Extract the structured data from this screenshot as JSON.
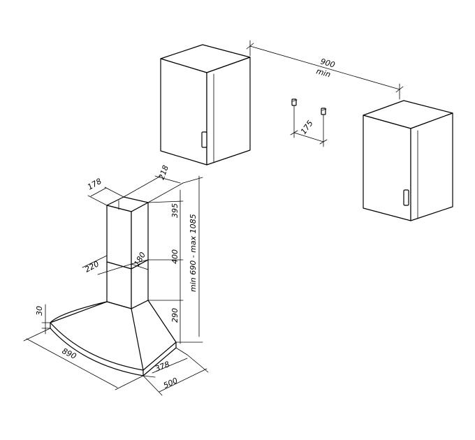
{
  "dimensions": {
    "cabinet_gap": "900",
    "cabinet_gap_note": "min",
    "bracket_spacing": "175",
    "chimney_top_depth": "178",
    "chimney_top_width": "218",
    "chimney_upper_height": "395",
    "chimney_lower_height": "400",
    "canopy_height": "290",
    "total_height_range": "min 690 - max 1085",
    "chimney_lower_depth": "220",
    "chimney_lower_width": "180",
    "canopy_edge": "30",
    "canopy_width": "890",
    "canopy_depth_inner": "378",
    "canopy_depth": "500"
  }
}
